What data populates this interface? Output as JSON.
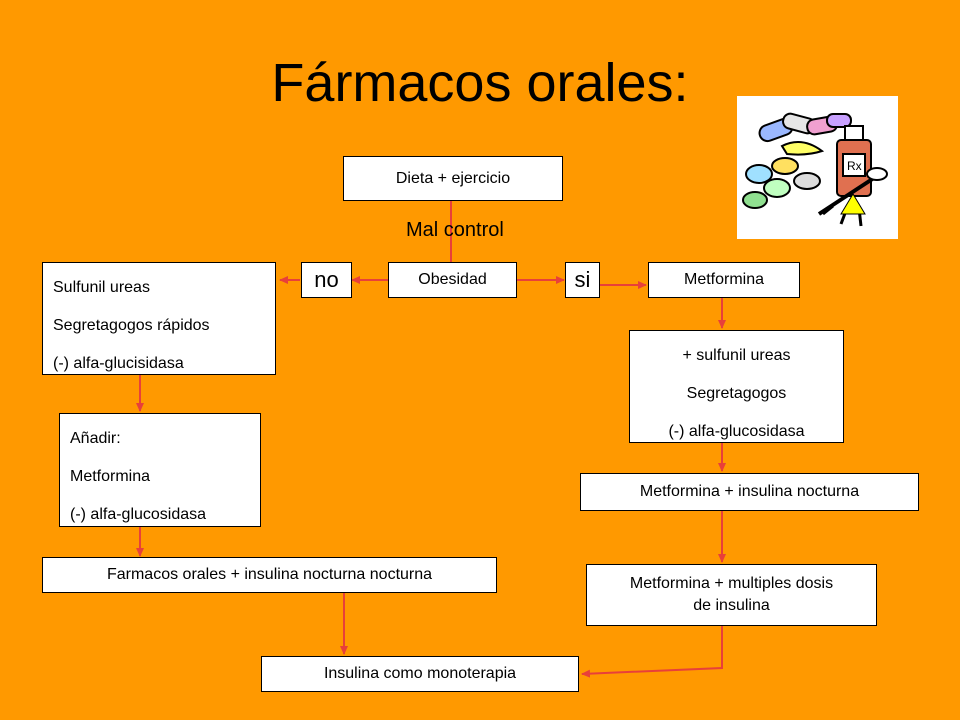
{
  "title": "Fármacos orales:",
  "nodes": {
    "dieta": "Dieta + ejercicio",
    "mal_control": "Mal control",
    "obesidad": "Obesidad",
    "no": "no",
    "si": "si",
    "sulfunil_group": [
      "Sulfunil ureas",
      "Segretagogos rápidos",
      "(-) alfa-glucisidasa"
    ],
    "metformina": "Metformina",
    "anadir_group": [
      "Añadir:",
      "Metformina",
      "(-) alfa-glucosidasa"
    ],
    "plus_sulfunil_group": [
      "+ sulfunil ureas",
      "Segretagogos",
      "(-) alfa-glucosidasa"
    ],
    "met_insulina_nocturna": "Metformina + insulina nocturna",
    "farmacos_orales": "Farmacos orales + insulina nocturna nocturna",
    "met_multiples_line1": "Metformina + multiples dosis",
    "met_multiples_line2": "de insulina",
    "insulina_monoterapia": "Insulina como monoterapia"
  },
  "colors": {
    "background": "#FF9900",
    "arrow": "#E8403A",
    "box_fill": "#FFFFFF"
  },
  "clipart": {
    "icon": "pills-and-medicine-bottle-icon"
  }
}
